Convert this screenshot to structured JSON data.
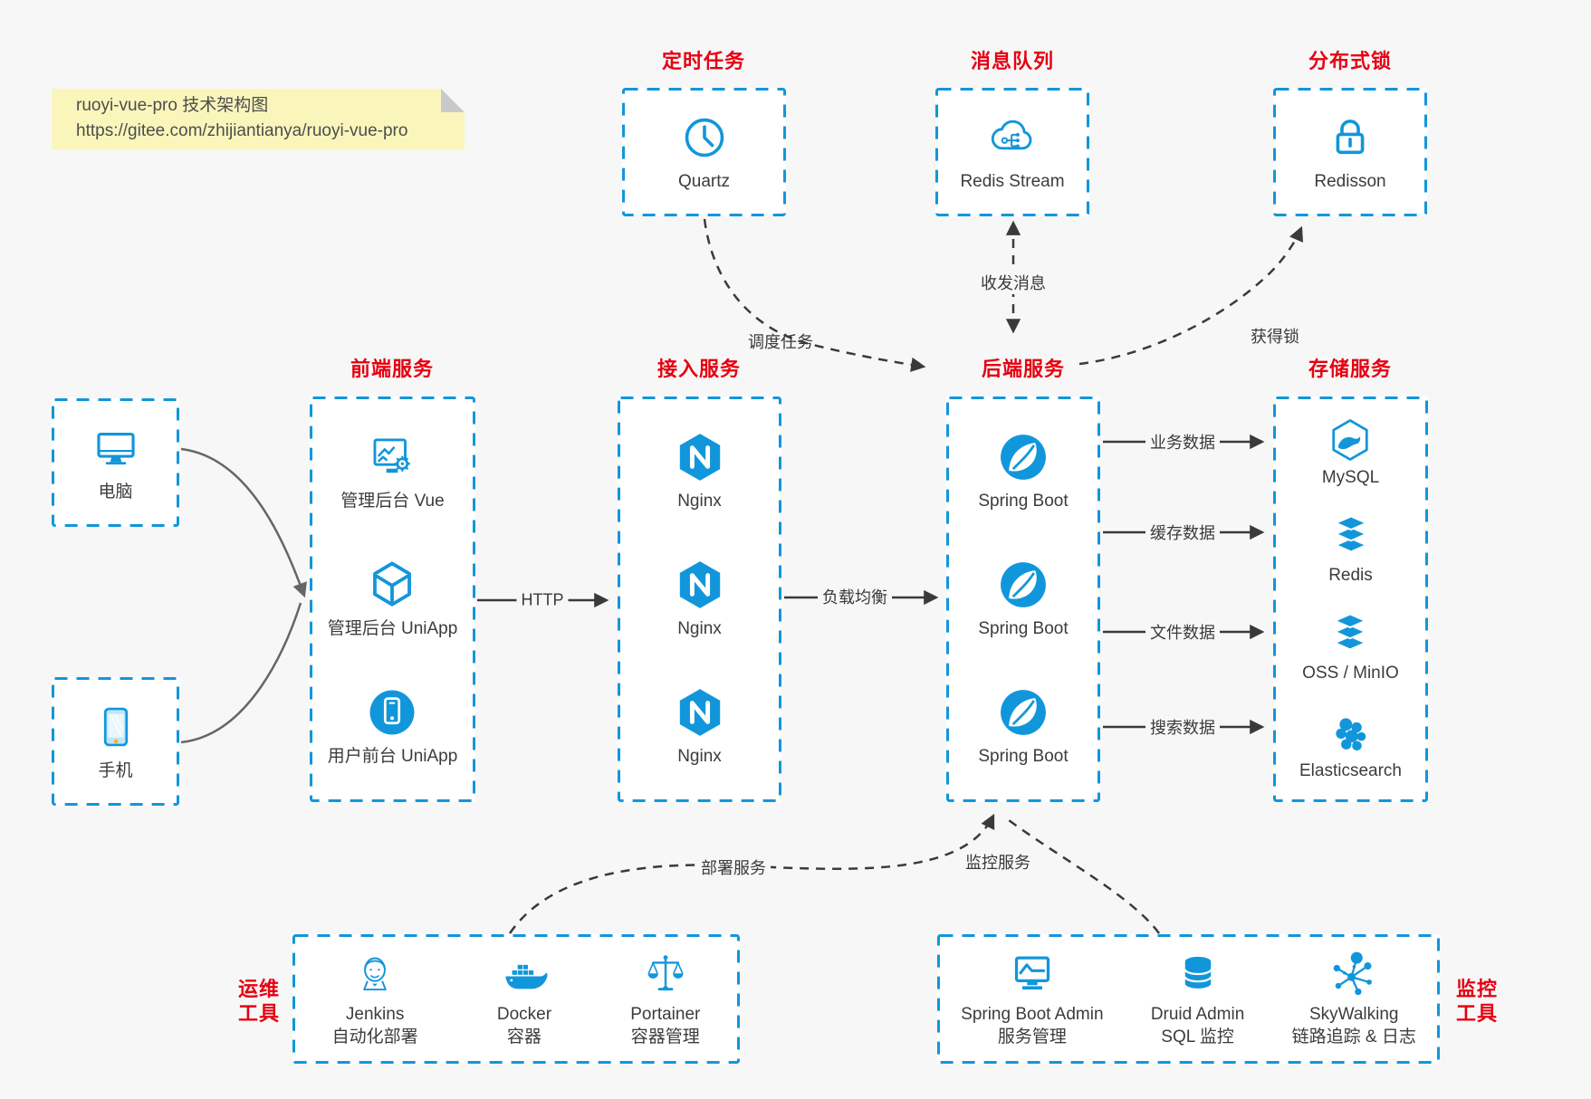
{
  "note": {
    "line1": "ruoyi-vue-pro 技术架构图",
    "line2": "https://gitee.com/zhijiantianya/ruoyi-vue-pro"
  },
  "colors": {
    "accent_blue": "#1296db",
    "title_red": "#e60012",
    "note_bg": "#faf6bb",
    "canvas_bg": "#f7f7f7",
    "arrow_dark": "#3a3a3a",
    "arrow_gray": "#666666"
  },
  "top_groups": [
    {
      "title": "定时任务",
      "icon": "clock-icon",
      "label": "Quartz"
    },
    {
      "title": "消息队列",
      "icon": "cloud-stream-icon",
      "label": "Redis Stream"
    },
    {
      "title": "分布式锁",
      "icon": "lock-icon",
      "label": "Redisson"
    }
  ],
  "clients": [
    {
      "icon": "desktop-icon",
      "label": "电脑"
    },
    {
      "icon": "mobile-phone-icon",
      "label": "手机"
    }
  ],
  "columns": [
    {
      "title": "前端服务",
      "items": [
        {
          "icon": "admin-vue-icon",
          "label": "管理后台 Vue"
        },
        {
          "icon": "uniapp-cube-icon",
          "label": "管理后台 UniApp"
        },
        {
          "icon": "user-app-icon",
          "label": "用户前台 UniApp"
        }
      ]
    },
    {
      "title": "接入服务",
      "items": [
        {
          "icon": "nginx-icon",
          "label": "Nginx"
        },
        {
          "icon": "nginx-icon",
          "label": "Nginx"
        },
        {
          "icon": "nginx-icon",
          "label": "Nginx"
        }
      ]
    },
    {
      "title": "后端服务",
      "items": [
        {
          "icon": "spring-boot-icon",
          "label": "Spring Boot"
        },
        {
          "icon": "spring-boot-icon",
          "label": "Spring Boot"
        },
        {
          "icon": "spring-boot-icon",
          "label": "Spring Boot"
        }
      ]
    },
    {
      "title": "存储服务",
      "items": [
        {
          "icon": "mysql-icon",
          "label": "MySQL"
        },
        {
          "icon": "redis-stack-icon",
          "label": "Redis"
        },
        {
          "icon": "storage-stack-icon",
          "label": "OSS / MinIO"
        },
        {
          "icon": "elasticsearch-icon",
          "label": "Elasticsearch"
        }
      ]
    }
  ],
  "bottom_groups": [
    {
      "title_line1": "运维",
      "title_line2": "工具",
      "items": [
        {
          "icon": "jenkins-icon",
          "label_line1": "Jenkins",
          "label_line2": "自动化部署"
        },
        {
          "icon": "docker-icon",
          "label_line1": "Docker",
          "label_line2": "容器"
        },
        {
          "icon": "portainer-icon",
          "label_line1": "Portainer",
          "label_line2": "容器管理"
        }
      ]
    },
    {
      "title_line1": "监控",
      "title_line2": "工具",
      "items": [
        {
          "icon": "spring-boot-admin-icon",
          "label_line1": "Spring Boot Admin",
          "label_line2": "服务管理"
        },
        {
          "icon": "druid-icon",
          "label_line1": "Druid Admin",
          "label_line2": "SQL 监控"
        },
        {
          "icon": "skywalking-icon",
          "label_line1": "SkyWalking",
          "label_line2": "链路追踪 & 日志"
        }
      ]
    }
  ],
  "edges": {
    "http": "HTTP",
    "load_balance": "负载均衡",
    "schedule": "调度任务",
    "messaging": "收发消息",
    "lock": "获得锁",
    "business_data": "业务数据",
    "cache_data": "缓存数据",
    "file_data": "文件数据",
    "search_data": "搜索数据",
    "deploy": "部署服务",
    "monitor": "监控服务"
  }
}
